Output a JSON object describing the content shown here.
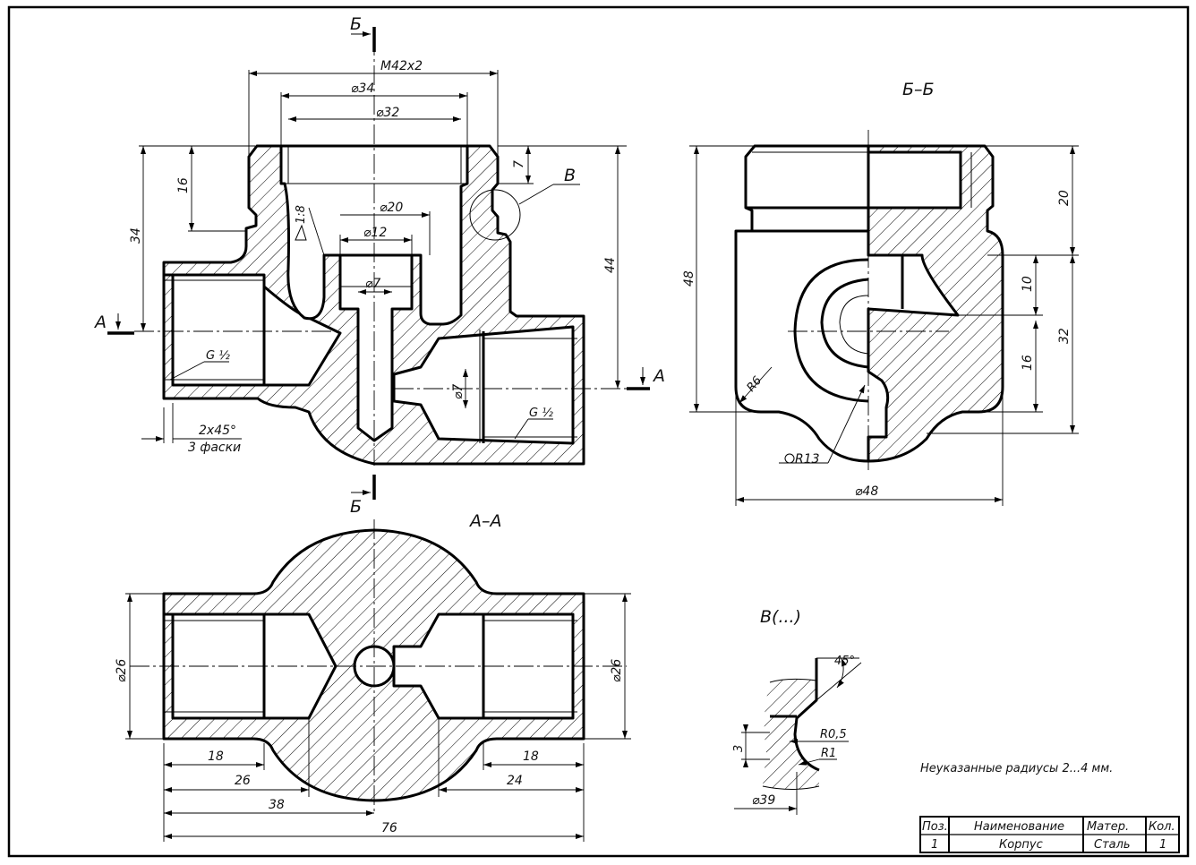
{
  "views": {
    "front": {
      "thread": "M42x2",
      "d34": "⌀34",
      "d32": "⌀32",
      "d20": "⌀20",
      "d12": "⌀12",
      "d7top": "⌀7",
      "d7side": "⌀7",
      "taper": "1:8",
      "h16": "16",
      "h34": "34",
      "h7": "7",
      "h44": "44",
      "pipe_left": "G ½",
      "pipe_right": "G ½",
      "chamfer": "2x45°",
      "chamfer_note": "3 фаски",
      "detail_ref": "В",
      "cut_a_left": "А",
      "cut_a_right": "А",
      "cut_b_top": "Б",
      "cut_b_bottom": "Б"
    },
    "section_bb": {
      "title": "Б–Б",
      "h48": "48",
      "h20": "20",
      "h10": "10",
      "h32": "32",
      "h16": "16",
      "r6": "R6",
      "r13": "R13",
      "d48": "⌀48"
    },
    "section_aa": {
      "title": "А–А",
      "d26_left": "⌀26",
      "d26_right": "⌀26",
      "l18_left": "18",
      "l26": "26",
      "l38": "38",
      "l76": "76",
      "l18_right": "18",
      "l24": "24"
    },
    "detail_v": {
      "title": "В(...)",
      "angle": "45°",
      "r05": "R0,5",
      "r1": "R1",
      "h3": "3",
      "d39": "⌀39"
    }
  },
  "note": "Неуказанные радиусы 2...4 мм.",
  "title_block": {
    "headers": [
      "Поз.",
      "Наименование",
      "Матер.",
      "Кол."
    ],
    "row": [
      "1",
      "Корпус",
      "Сталь",
      "1"
    ]
  }
}
